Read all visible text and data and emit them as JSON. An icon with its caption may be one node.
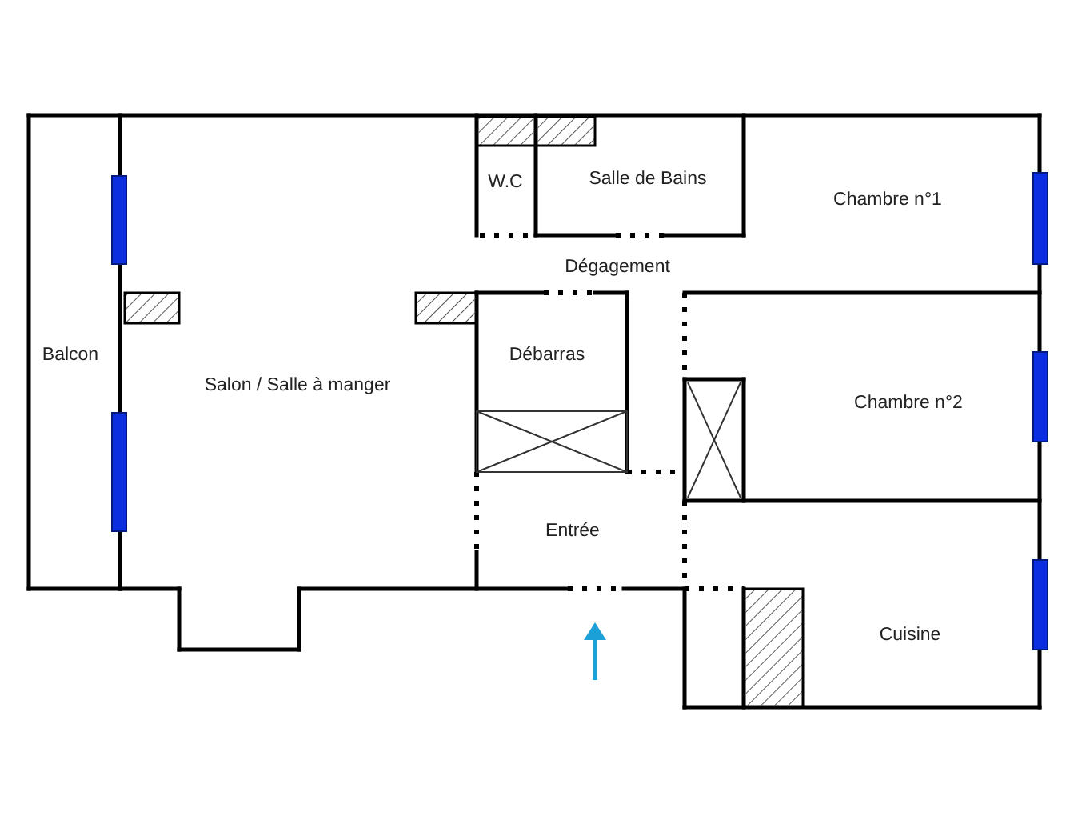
{
  "diagram": {
    "nodes": [
      {
        "text": [
          "Balcon"
        ]
      },
      {
        "text": [
          "Salon / Salle à manger"
        ]
      },
      {
        "text": [
          "W.C"
        ]
      },
      {
        "text": [
          "Salle de Bains"
        ]
      },
      {
        "text": [
          "Chambre n°1"
        ]
      },
      {
        "text": [
          "Dégagement"
        ]
      },
      {
        "text": [
          "Débarras"
        ]
      },
      {
        "text": [
          "Chambre n°2"
        ]
      },
      {
        "text": [
          "Entrée"
        ]
      },
      {
        "text": [
          "Cuisine"
        ]
      }
    ]
  }
}
